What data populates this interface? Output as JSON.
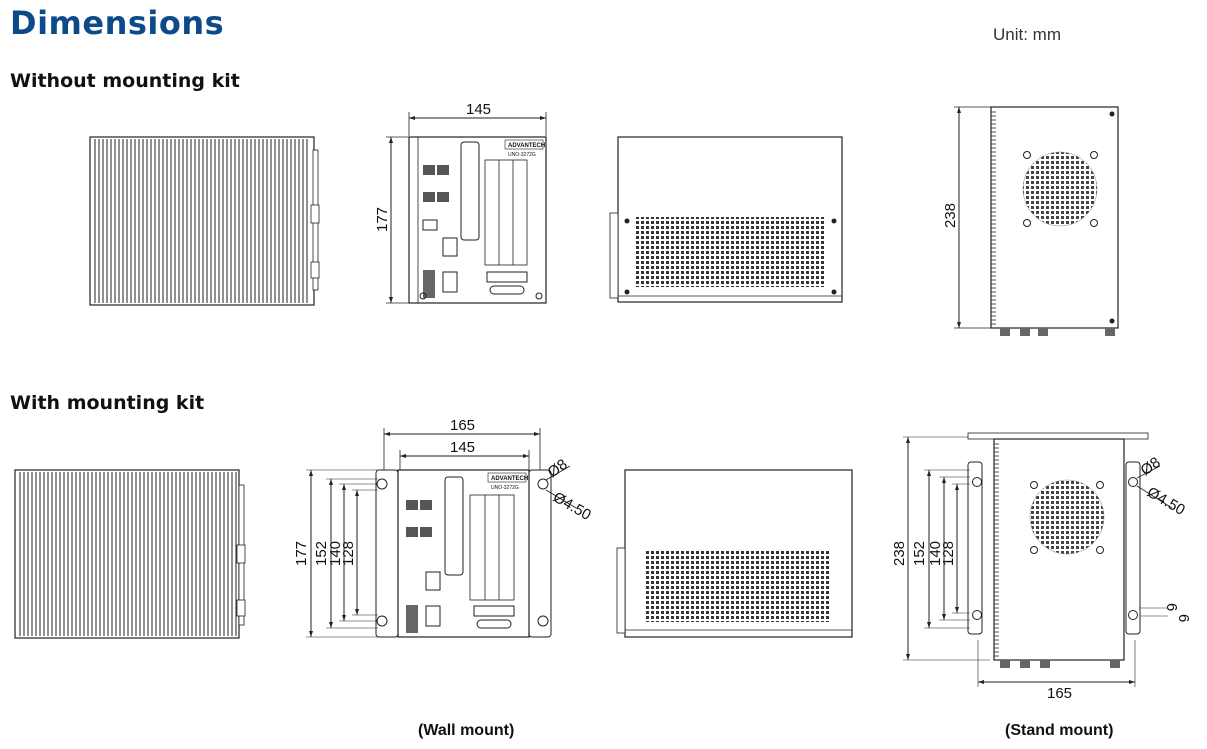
{
  "page": {
    "title": "Dimensions",
    "unit": "Unit: mm"
  },
  "sections": {
    "without_kit": "Without mounting kit",
    "with_kit": "With mounting kit"
  },
  "brand_label": "ADVANTECH",
  "model_label": "UNO-3272G",
  "dimensions": {
    "without_front_width": "145",
    "without_front_height": "177",
    "without_side_depth": "238",
    "wall_outer_width": "165",
    "wall_inner_width": "145",
    "wall_h177": "177",
    "wall_h152": "152",
    "wall_h140": "140",
    "wall_h128": "128",
    "wall_hole_d8": "Ø8",
    "wall_hole_d450": "Ø4.50",
    "stand_h238": "238",
    "stand_h152": "152",
    "stand_h140": "140",
    "stand_h128": "128",
    "stand_hole_d8": "Ø8",
    "stand_hole_d450": "Ø4.50",
    "stand_gap_a": "6",
    "stand_gap_b": "6",
    "stand_width": "165"
  },
  "captions": {
    "wall": "(Wall mount)",
    "stand": "(Stand mount)"
  }
}
